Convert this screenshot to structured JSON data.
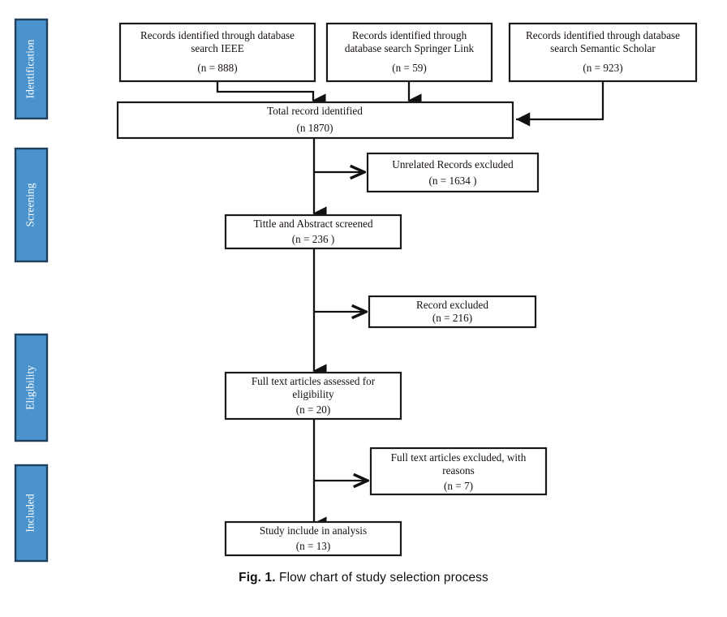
{
  "figure": {
    "caption_label": "Fig. 1.",
    "caption_text": "Flow chart of study selection process",
    "accent_color": "#4a93cd",
    "accent_border_color": "#1f3f5b",
    "line_color": "#111111",
    "box_border_color": "#1a1a1a"
  },
  "stages": [
    {
      "label": "Identification"
    },
    {
      "label": "Screening"
    },
    {
      "label": "Eligibility"
    },
    {
      "label": "Included"
    }
  ],
  "boxes": {
    "source_ieee": {
      "line1": "Records identified through database",
      "line2": "search IEEE",
      "line3": "(n = 888)"
    },
    "source_springer": {
      "line1": "Records identified through",
      "line2": "database search Springer Link",
      "line3": "(n = 59)"
    },
    "source_semantic": {
      "line1": "Records identified through database",
      "line2": "search Semantic Scholar",
      "line3": "(n = 923)"
    },
    "total_identified": {
      "line1": "Total record identified",
      "line2": "(n  1870)"
    },
    "unrelated_excluded": {
      "line1": "Unrelated Records excluded",
      "line2": "(n = 1634 )"
    },
    "title_abstract_screened": {
      "line1": "Tittle and Abstract screened",
      "line2": "(n = 236 )"
    },
    "record_excluded": {
      "line1": "Record excluded",
      "line2": "(n = 216)"
    },
    "fulltext_assessed": {
      "line1": "Full text articles assessed for",
      "line2": "eligibility",
      "line3": "(n = 20)"
    },
    "fulltext_excluded": {
      "line1": "Full text articles excluded, with",
      "line2": "reasons",
      "line3": "(n = 7)"
    },
    "study_included": {
      "line1": "Study include in analysis",
      "line2": "(n = 13)"
    }
  },
  "chart_data": {
    "type": "diagram",
    "title": "Flow chart of study selection process",
    "nodes": [
      {
        "id": "source_ieee",
        "stage": "Identification",
        "label": "Records identified through database search IEEE",
        "n": 888
      },
      {
        "id": "source_springer",
        "stage": "Identification",
        "label": "Records identified through database search Springer Link",
        "n": 59
      },
      {
        "id": "source_semantic",
        "stage": "Identification",
        "label": "Records identified through database search Semantic Scholar",
        "n": 923
      },
      {
        "id": "total_identified",
        "stage": "Identification",
        "label": "Total record identified",
        "n": 1870
      },
      {
        "id": "unrelated_excluded",
        "stage": "Screening",
        "label": "Unrelated Records excluded",
        "n": 1634
      },
      {
        "id": "title_abstract_screened",
        "stage": "Screening",
        "label": "Tittle and Abstract screened",
        "n": 236
      },
      {
        "id": "record_excluded",
        "stage": "Eligibility",
        "label": "Record excluded",
        "n": 216
      },
      {
        "id": "fulltext_assessed",
        "stage": "Eligibility",
        "label": "Full text articles assessed for eligibility",
        "n": 20
      },
      {
        "id": "fulltext_excluded",
        "stage": "Included",
        "label": "Full text articles excluded, with reasons",
        "n": 7
      },
      {
        "id": "study_included",
        "stage": "Included",
        "label": "Study include in analysis",
        "n": 13
      }
    ],
    "edges": [
      {
        "from": "source_ieee",
        "to": "total_identified"
      },
      {
        "from": "source_springer",
        "to": "total_identified"
      },
      {
        "from": "source_semantic",
        "to": "total_identified"
      },
      {
        "from": "total_identified",
        "to": "unrelated_excluded"
      },
      {
        "from": "total_identified",
        "to": "title_abstract_screened"
      },
      {
        "from": "title_abstract_screened",
        "to": "record_excluded"
      },
      {
        "from": "title_abstract_screened",
        "to": "fulltext_assessed"
      },
      {
        "from": "fulltext_assessed",
        "to": "fulltext_excluded"
      },
      {
        "from": "fulltext_assessed",
        "to": "study_included"
      }
    ]
  }
}
